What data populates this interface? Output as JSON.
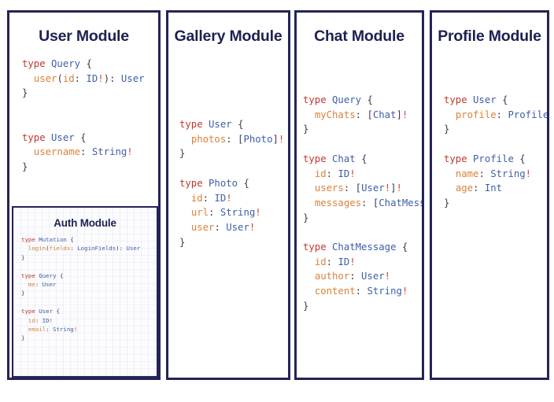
{
  "canvas": {
    "background": "#ffffff",
    "border_color": "#242457",
    "title_color": "#1e2150"
  },
  "syntax_colors": {
    "keyword": "#c0392f",
    "type_name": "#3f5ea8",
    "field_name": "#d9823b",
    "punctuation": "#3b3b52",
    "non_null_bang": "#d2473b"
  },
  "panels": [
    {
      "id": "user",
      "title": "User Module",
      "code": "type Query {\n  user(id: ID!): User\n}\n\n\ntype User {\n  username: String!\n}",
      "nested": {
        "id": "auth",
        "title": "Auth Module",
        "code": "type Mutation {\n  login(fields: LoginFields): User\n}\n\ntype Query {\n  me: User\n}\n\ntype User {\n  id: ID!\n  email: String!\n}"
      }
    },
    {
      "id": "gallery",
      "title": "Gallery Module",
      "code": "type User {\n  photos: [Photo]!\n}\n\ntype Photo {\n  id: ID!\n  url: String!\n  user: User!\n}"
    },
    {
      "id": "chat",
      "title": "Chat Module",
      "code": "type Query {\n  myChats: [Chat]!\n}\n\ntype Chat {\n  id: ID!\n  users: [User!]!\n  messages: [ChatMessage]!\n}\n\ntype ChatMessage {\n  id: ID!\n  author: User!\n  content: String!\n}"
    },
    {
      "id": "profile",
      "title": "Profile Module",
      "code": "type User {\n  profile: Profile!\n}\n\ntype Profile {\n  name: String!\n  age: Int\n}"
    }
  ]
}
